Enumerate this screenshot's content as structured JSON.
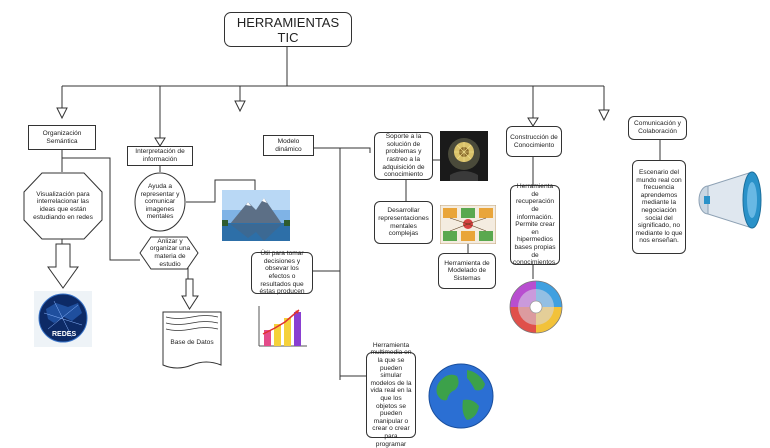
{
  "title": "HERRAMIENTAS TIC",
  "nodes": {
    "org_semantica": "Organización Semántica",
    "visualizacion": "Visualización para interrelacionar las ideas que están estudiando en redes",
    "redes_label": "REDES",
    "analizar": "Anlizar y organizar una materia de estudio",
    "base_datos": "Base de Datos",
    "interpretacion": "Interpretación de información",
    "ayuda": "Ayuda a representar y comunicar imagenes mentales",
    "modelo_dinamico": "Modelo dinámico",
    "util_tomar": "Útil para tomar decisiones y obsevar los efectos o resultados que éstas producen",
    "soporte": "Soporte a la solución de problemas y rastreo a la adquisición de conocimiento",
    "desarrollar": "Desarrollar representaciones mentales complejas",
    "herramienta_modelado": "Herramienta de Modelado de Sistemas",
    "herramienta_multimedia": "Herramienta multimedia en la que se pueden simular modelos de la vida real en la que los objetos se pueden manipular o crear o crear para programar",
    "construccion": "Construcción de Conocimiento",
    "herramienta_recuperacion": "Herramienta de recuperación de información. Permite crear en hipermedios bases propias de conocimientos.",
    "comunicacion": "Comunicación y Colaboración",
    "escenario": "Escenario del mundo real con frecuencia aprendemos mediante la negociación social del significado, no mediante lo que nos enseñan."
  }
}
